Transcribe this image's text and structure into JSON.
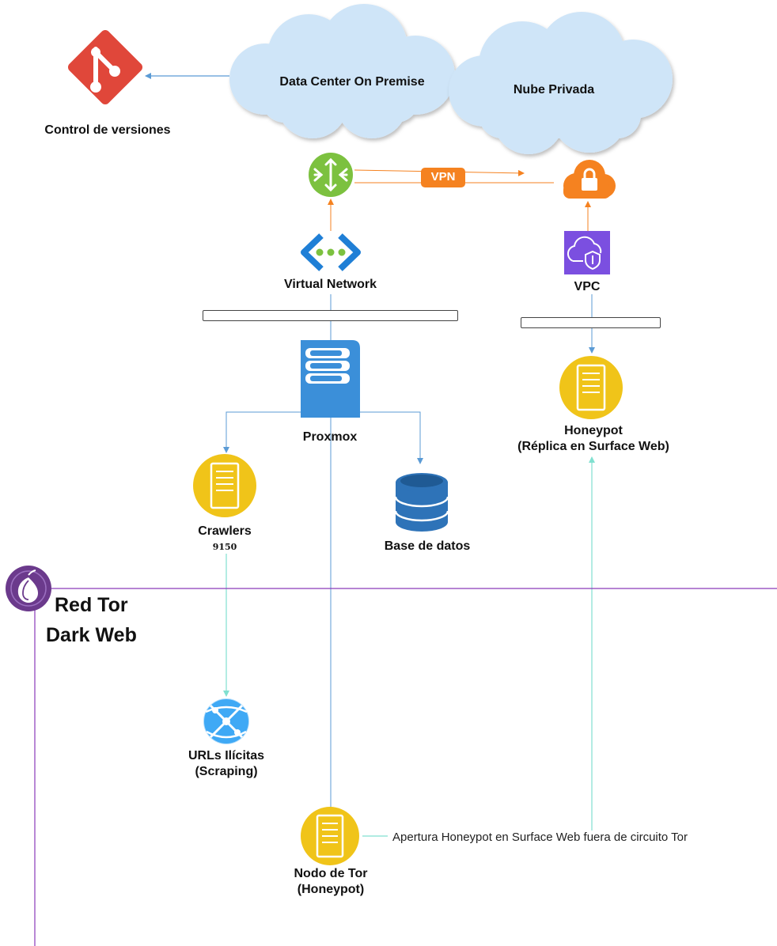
{
  "labels": {
    "control_versiones": "Control de versiones",
    "data_center": "Data Center On Premise",
    "nube_privada": "Nube Privada",
    "vpn": "VPN",
    "virtual_network": "Virtual Network",
    "vpc": "VPC",
    "proxmox": "Proxmox",
    "honeypot_title": "Honeypot",
    "honeypot_sub": "(Réplica en Surface Web)",
    "crawlers": "Crawlers",
    "crawlers_port": "9150",
    "base_datos": "Base de datos",
    "red_tor": "Red Tor",
    "dark_web": "Dark Web",
    "urls_title": "URLs Ilícitas",
    "urls_sub": "(Scraping)",
    "nodo_title": "Nodo de Tor",
    "nodo_sub": "(Honeypot)",
    "apertura": "Apertura Honeypot en Surface Web fuera de circuito Tor"
  },
  "icons": {
    "git": "git-icon",
    "cloud_left": "cloud-icon",
    "cloud_right": "cloud-icon",
    "router": "router-icon",
    "cloud_lock": "cloud-lock-icon",
    "virtual_network": "virtual-network-icon",
    "vpc": "vpc-shield-icon",
    "server_rack": "server-rack-icon",
    "server": "server-icon",
    "database": "database-icon",
    "globe": "globe-network-icon",
    "tor": "tor-onion-icon"
  },
  "colors": {
    "git": "#e0473a",
    "cloud_fill": "#cfe5f8",
    "router": "#7cc13f",
    "vpn_orange": "#f58220",
    "azure_blue": "#1f7fd6",
    "vpc_purple": "#7b4fe0",
    "server_blue": "#3b8fd9",
    "server_yellow": "#f0c419",
    "db_blue": "#2e73b8",
    "globe_blue": "#3fa9f5",
    "tor_purple": "#6b3a8c",
    "line_blue": "#5b9bd5",
    "line_cyan": "#80e0d0",
    "divider_purple": "#8a3ab9"
  }
}
